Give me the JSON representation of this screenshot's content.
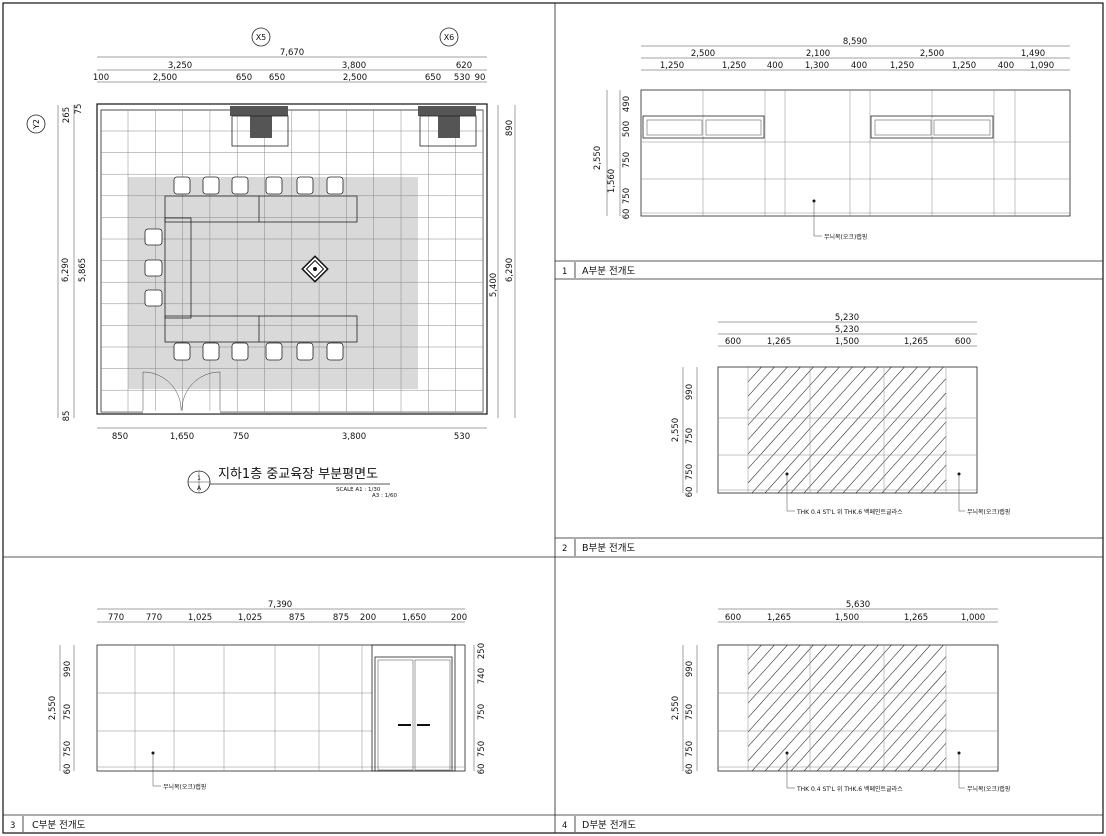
{
  "plan": {
    "title": "지하1층 중교육장 부분평면도",
    "scale_a1": "SCALE  A1 : 1/30",
    "scale_a3": "A3 : 1/60",
    "marker_top": "1",
    "marker_bottom": "A",
    "grid_x5": "X5",
    "grid_x6": "X6",
    "grid_y2": "Y2",
    "dim_total": "7,670",
    "dim_top2": [
      "3,250",
      "3,800",
      "620"
    ],
    "dim_top3": [
      "100",
      "2,500",
      "650",
      "650",
      "2,500",
      "650",
      "530",
      "90"
    ],
    "dim_bottom": [
      "850",
      "1,650",
      "750",
      "3,800",
      "530"
    ],
    "dim_left_outer": "6,290",
    "dim_left_inner": "5,865",
    "dim_left_small": [
      "265",
      "75",
      "85"
    ],
    "dim_right_inner": "5,400",
    "dim_right_outer": "6,290",
    "dim_right_small": "890"
  },
  "elevations": [
    {
      "number": "1",
      "title": "A부분 전개도",
      "total": "8,590",
      "row1": [
        "2,500",
        "2,100",
        "2,500",
        "1,490"
      ],
      "row2": [
        "1,250",
        "1,250",
        "400",
        "1,300",
        "400",
        "1,250",
        "1,250",
        "400",
        "1,090"
      ],
      "height": "2,550",
      "vert": [
        "490",
        "500",
        "750",
        "1,560",
        "750",
        "60"
      ],
      "note1": "무늬목(오크)랩핑"
    },
    {
      "number": "2",
      "title": "B부분 전개도",
      "total": "5,230",
      "total2": "5,230",
      "row1": [
        "600",
        "1,265",
        "1,500",
        "1,265",
        "600"
      ],
      "height": "2,550",
      "vert": [
        "990",
        "750",
        "750",
        "60"
      ],
      "note1": "THK 0.4  ST'L 위 THK.6 백페인트글라스",
      "note2": "무늬목(오크)랩핑"
    },
    {
      "number": "3",
      "title": "C부분 전개도",
      "total": "7,390",
      "row1": [
        "770",
        "770",
        "1,025",
        "1,025",
        "875",
        "875",
        "200",
        "1,650",
        "200"
      ],
      "height": "2,550",
      "vert": [
        "990",
        "750",
        "750",
        "60"
      ],
      "vert_right": [
        "250",
        "740",
        "750",
        "750",
        "60"
      ],
      "note1": "무늬목(오크)랩핑"
    },
    {
      "number": "4",
      "title": "D부분 전개도",
      "total": "5,630",
      "row1": [
        "600",
        "1,265",
        "1,500",
        "1,265",
        "1,000"
      ],
      "height": "2,550",
      "vert": [
        "990",
        "750",
        "750",
        "60"
      ],
      "note1": "THK 0.4  ST'L 위 THK.6 백페인트글라스",
      "note2": "무늬목(오크)랩핑"
    }
  ]
}
